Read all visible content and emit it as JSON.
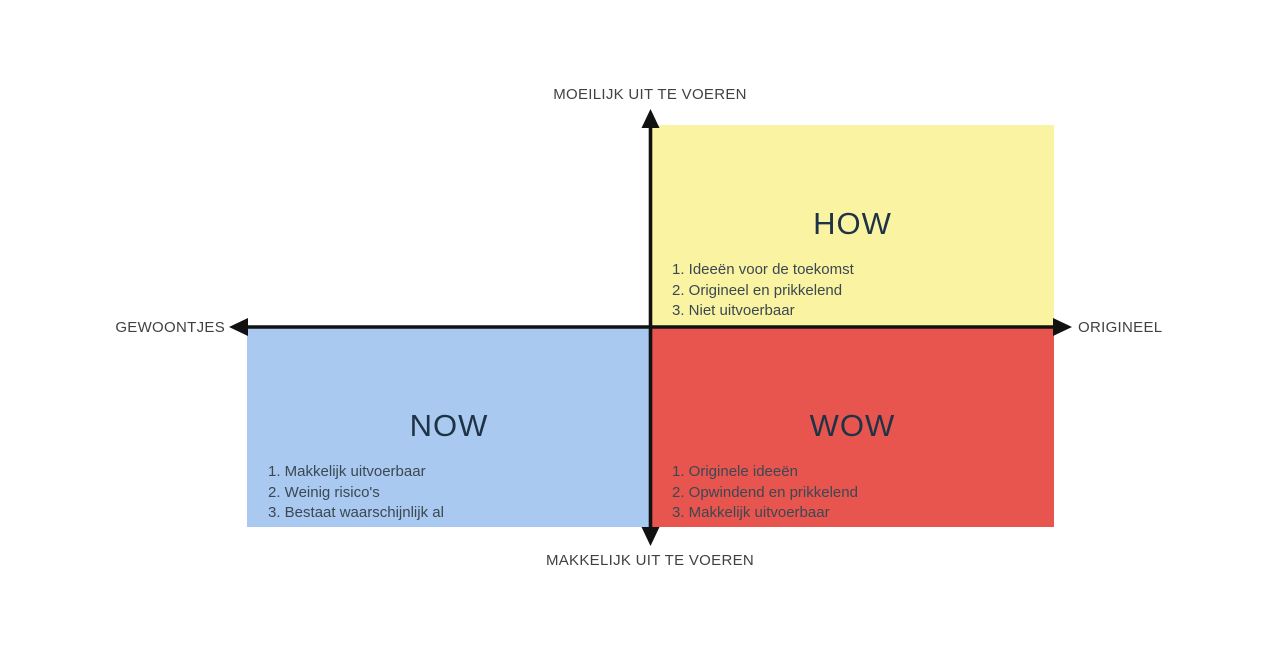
{
  "axes": {
    "top_label": "MOEILIJK UIT TE VOEREN",
    "bottom_label": "MAKKELIJK UIT TE VOEREN",
    "left_label": "GEWOONTJES",
    "right_label": "ORIGINEEL",
    "line_color": "#111111",
    "label_color": "#414141"
  },
  "quadrants": [
    {
      "id": "how",
      "title": "HOW",
      "color": "#FAF3A2",
      "items": [
        "1. Ideeën voor de toekomst",
        "2. Origineel en prikkelend",
        "3. Niet uitvoerbaar"
      ]
    },
    {
      "id": "now",
      "title": "NOW",
      "color": "#A9C9F0",
      "items": [
        "1. Makkelijk uitvoerbaar",
        "2. Weinig risico's",
        "3. Bestaat waarschijnlijk al"
      ]
    },
    {
      "id": "wow",
      "title": "WOW",
      "color": "#E8544E",
      "items": [
        "1. Originele ideeën",
        "2. Opwindend en prikkelend",
        "3. Makkelijk uitvoerbaar"
      ]
    }
  ],
  "colors": {
    "title_text": "#1F3347",
    "item_text": "#3B4852",
    "background": "#FFFFFF"
  }
}
